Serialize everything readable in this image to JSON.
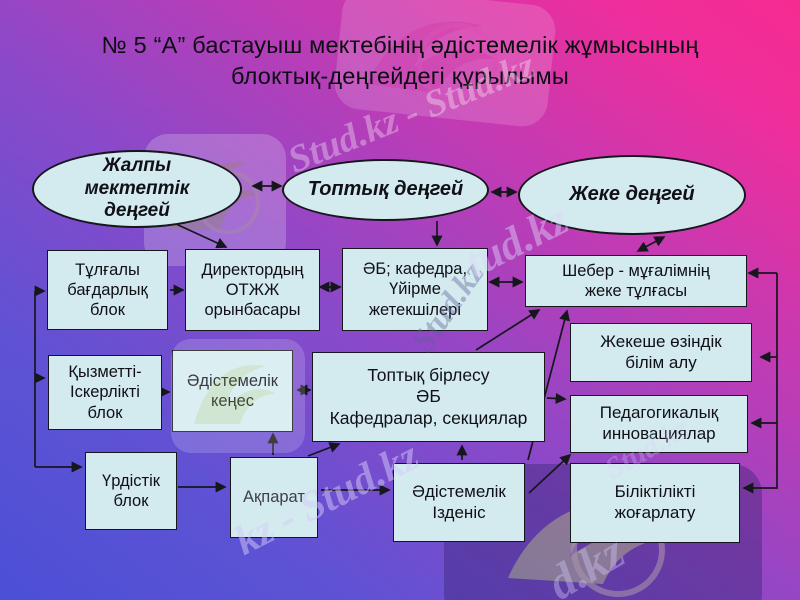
{
  "slide": {
    "title": "№ 5 “А” бастауыш мектебінің әдістемелік жұмысының\nблоктық-деңгейдегі құрылымы"
  },
  "levels": {
    "school": "Жалпы\nмектептік\nдеңгей",
    "group": "Топтық деңгей",
    "individual": "Жеке деңгей"
  },
  "blocks": {
    "tulgaly": "Тұлғалы\nбағдарлық\nблок",
    "director": "Директордың\nОТЖЖ\nорынбасары",
    "ab_kafedra": "ӘБ; кафедра,\nҮйірме\nжетекшілері",
    "sheber": "Шебер - мұғалімнің\nжеке тұлғасы",
    "kyzmetti": "Қызметті-\nІскерлікті\nблок",
    "kenes": "Әдістемелік\nкеңес",
    "toptyk_birlesu": "Топтық бірлесу\nӘБ\nКафедралар, секциялар",
    "zhekeshe": "Жекеше өзіндік\nбілім алу",
    "pedagogikalyk": "Педагогикалық\nинновациялар",
    "urdistik": "Үрдістік\nблок",
    "akparat": "Ақпарат",
    "izdenis": "Әдістемелік\nІзденіс",
    "biliktilikti": "Біліктілікті\nжоғарлату"
  },
  "watermarks": {
    "items": [
      "Stud.kz - Stud.kz",
      "Stud.kz",
      "tud.kz",
      "kz - Stud.kz",
      "d.kz",
      "Stud.kz"
    ],
    "logo_name": "stud-kz-logo"
  },
  "colors": {
    "background_top_right": "#f62b91",
    "background_bottom_left": "#4b50d6",
    "shape_fill": "#d3eaee",
    "shape_border": "#16161d",
    "connector": "#16161d"
  }
}
